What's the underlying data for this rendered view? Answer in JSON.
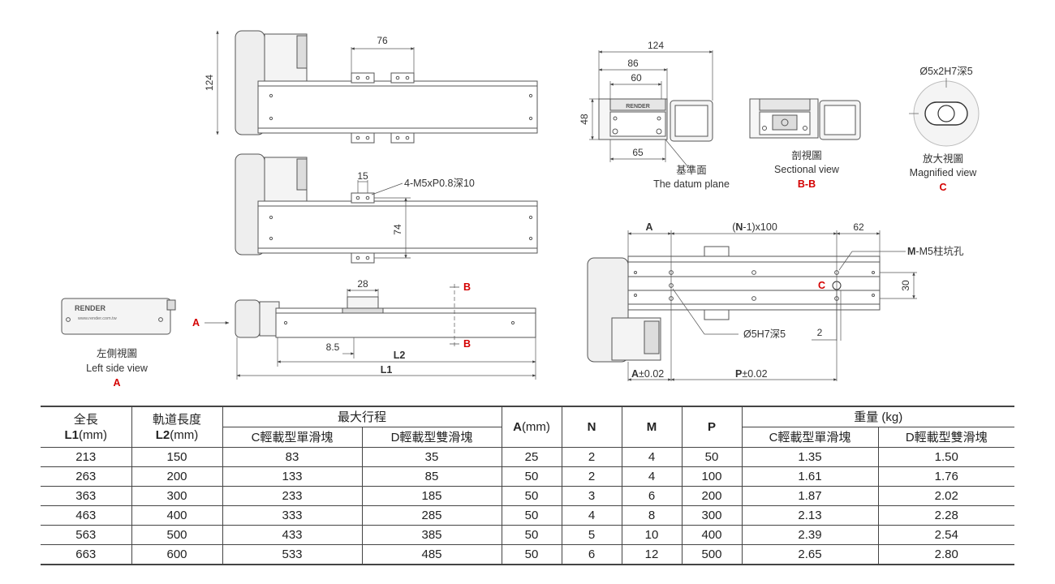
{
  "drawing": {
    "dim_top_76": "76",
    "dim_height_124": "124",
    "dim_15": "15",
    "callout_holes": "4-M5xP0.8深10",
    "dim_74": "74",
    "dim_28": "28",
    "dim_8_5": "8.5",
    "label_L2": "L2",
    "label_L1": "L1",
    "section_mark": "B",
    "view_arrow_A": "A",
    "left_view_cn": "左側視圖",
    "left_view_en": "Left side view",
    "left_view_letter": "A",
    "logo_text": "RENDER",
    "logo_url": "www.render.com.tw",
    "front_dim_124": "124",
    "front_dim_86": "86",
    "front_dim_60": "60",
    "front_dim_48": "48",
    "front_dim_65": "65",
    "datum_cn": "基準面",
    "datum_en": "The datum plane",
    "section_cn": "剖視圖",
    "section_en": "Sectional view",
    "section_letter": "B-B",
    "magnified_callout": "Ø5x2H7深5",
    "magnified_cn": "放大視圖",
    "magnified_en": "Magnified view",
    "magnified_letter": "C",
    "top_dim_A": "A",
    "top_dim_N_bold": "N",
    "top_dim_N_rest": "-1)x100",
    "top_dim_N_open": "(",
    "top_dim_62": "62",
    "callout_M_bold": "M",
    "callout_M_rest": "-M5柱坑孔",
    "callout_C": "C",
    "dim_30": "30",
    "callout_pin": "Ø5H7深5",
    "dim_2": "2",
    "tol_A_bold": "A",
    "tol_A_rest": "±0.02",
    "tol_P_bold": "P",
    "tol_P_rest": "±0.02"
  },
  "table": {
    "h_full_length_cn": "全長",
    "h_full_length_en_bold": "L1",
    "h_full_length_en_unit": "(mm)",
    "h_rail_length_cn": "軌道長度",
    "h_rail_length_en_bold": "L2",
    "h_rail_length_en_unit": "(mm)",
    "h_max_stroke": "最大行程",
    "h_stroke_c": "C輕載型單滑塊",
    "h_stroke_d": "D輕載型雙滑塊",
    "h_A_bold": "A",
    "h_A_unit": "(mm)",
    "h_N": "N",
    "h_M": "M",
    "h_P": "P",
    "h_weight": "重量 (kg)",
    "h_weight_c": "C輕載型單滑塊",
    "h_weight_d": "D輕載型雙滑塊",
    "rows": [
      [
        "213",
        "150",
        "83",
        "35",
        "25",
        "2",
        "4",
        "50",
        "1.35",
        "1.50"
      ],
      [
        "263",
        "200",
        "133",
        "85",
        "50",
        "2",
        "4",
        "100",
        "1.61",
        "1.76"
      ],
      [
        "363",
        "300",
        "233",
        "185",
        "50",
        "3",
        "6",
        "200",
        "1.87",
        "2.02"
      ],
      [
        "463",
        "400",
        "333",
        "285",
        "50",
        "4",
        "8",
        "300",
        "2.13",
        "2.28"
      ],
      [
        "563",
        "500",
        "433",
        "385",
        "50",
        "5",
        "10",
        "400",
        "2.39",
        "2.54"
      ],
      [
        "663",
        "600",
        "533",
        "485",
        "50",
        "6",
        "12",
        "500",
        "2.65",
        "2.80"
      ]
    ]
  },
  "colors": {
    "accent_red": "#d40000",
    "line": "#444444"
  }
}
